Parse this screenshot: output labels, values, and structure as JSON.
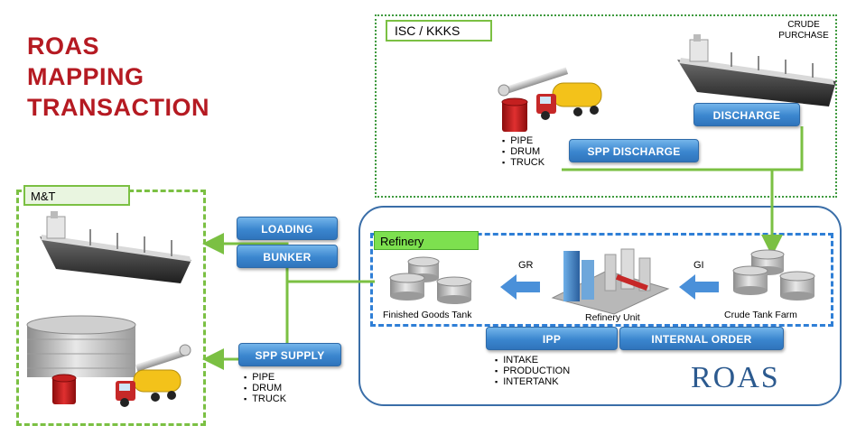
{
  "title": {
    "line1": "ROAS",
    "line2": "MAPPING",
    "line3": "TRANSACTION"
  },
  "zones": {
    "isc": "ISC / KKKS",
    "mt": "M&T",
    "refinery": "Refinery",
    "roas": "ROAS"
  },
  "labels": {
    "crude_purchase_1": "CRUDE",
    "crude_purchase_2": "PURCHASE",
    "gr": "GR",
    "gi": "GI",
    "finished_goods": "Finished Goods Tank",
    "refinery_unit": "Refinery Unit",
    "crude_tank_farm": "Crude Tank Farm"
  },
  "buttons": {
    "discharge": "DISCHARGE",
    "spp_discharge": "SPP DISCHARGE",
    "loading": "LOADING",
    "bunker": "BUNKER",
    "spp_supply": "SPP SUPPLY",
    "ipp": "IPP",
    "internal_order": "INTERNAL ORDER"
  },
  "lists": {
    "isc_modes": [
      "PIPE",
      "DRUM",
      "TRUCK"
    ],
    "mt_modes": [
      "PIPE",
      "DRUM",
      "TRUCK"
    ],
    "ipp_items": [
      "INTAKE",
      "PRODUCTION",
      "INTERTANK"
    ]
  },
  "colors": {
    "title": "#b51a22",
    "green_line": "#7bc043",
    "blue_arrow": "#4a90d9",
    "button": "#3b86cf"
  }
}
